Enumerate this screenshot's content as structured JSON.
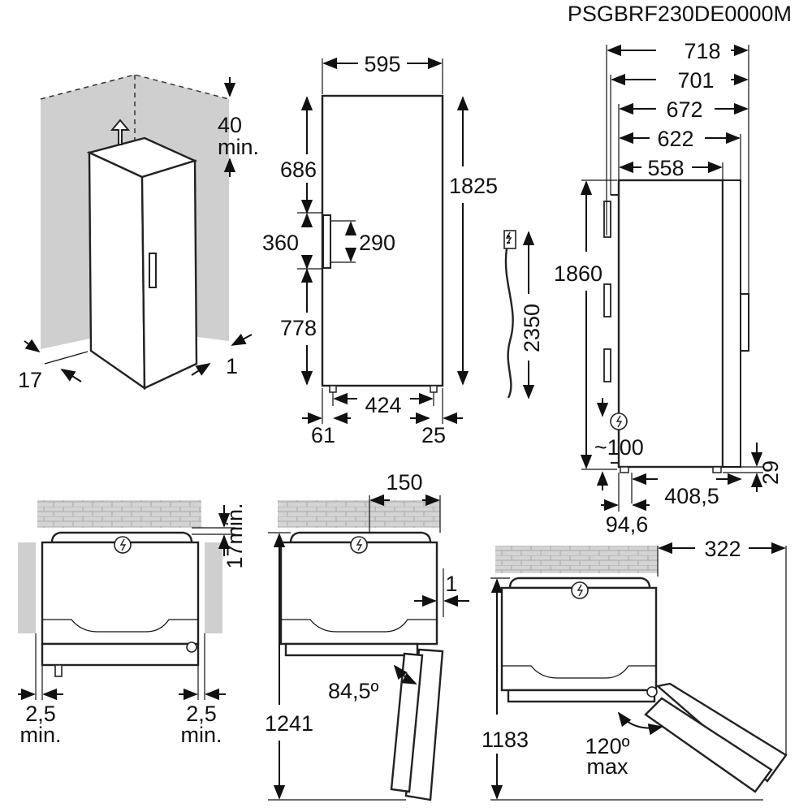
{
  "model_code": "PSGBRF230DE0000M",
  "icons": {
    "power": "power-plug-icon",
    "arrow": "up-arrow-icon"
  },
  "panel_iso": {
    "top_clearance": "40",
    "top_clearance_unit": "min.",
    "side_left": "17",
    "side_right": "1"
  },
  "panel_front": {
    "width": "595",
    "height_total": "1825",
    "top_to_handle": "686",
    "handle_zone": "360",
    "handle_length": "290",
    "handle_to_bottom": "778",
    "feet_span": "424",
    "foot_left": "61",
    "foot_right": "25"
  },
  "panel_cable": {
    "cable_length": "2350"
  },
  "panel_side": {
    "depth_718": "718",
    "depth_701": "701",
    "depth_672": "672",
    "depth_622": "622",
    "depth_558": "558",
    "height": "1860",
    "plug_height": "~100",
    "feet_depth": "408,5",
    "front_offset": "94,6",
    "foot_height": "29"
  },
  "panel_top_install": {
    "rear_gap": "17min.",
    "side_left": "2,5",
    "side_left_unit": "min.",
    "side_right": "2,5",
    "side_right_unit": "min."
  },
  "panel_door_84": {
    "handle_offset": "150",
    "side_gap": "1",
    "angle": "84,5º",
    "depth": "1241"
  },
  "panel_door_120": {
    "clearance": "322",
    "angle": "120º",
    "angle_unit": "max",
    "depth": "1183"
  }
}
